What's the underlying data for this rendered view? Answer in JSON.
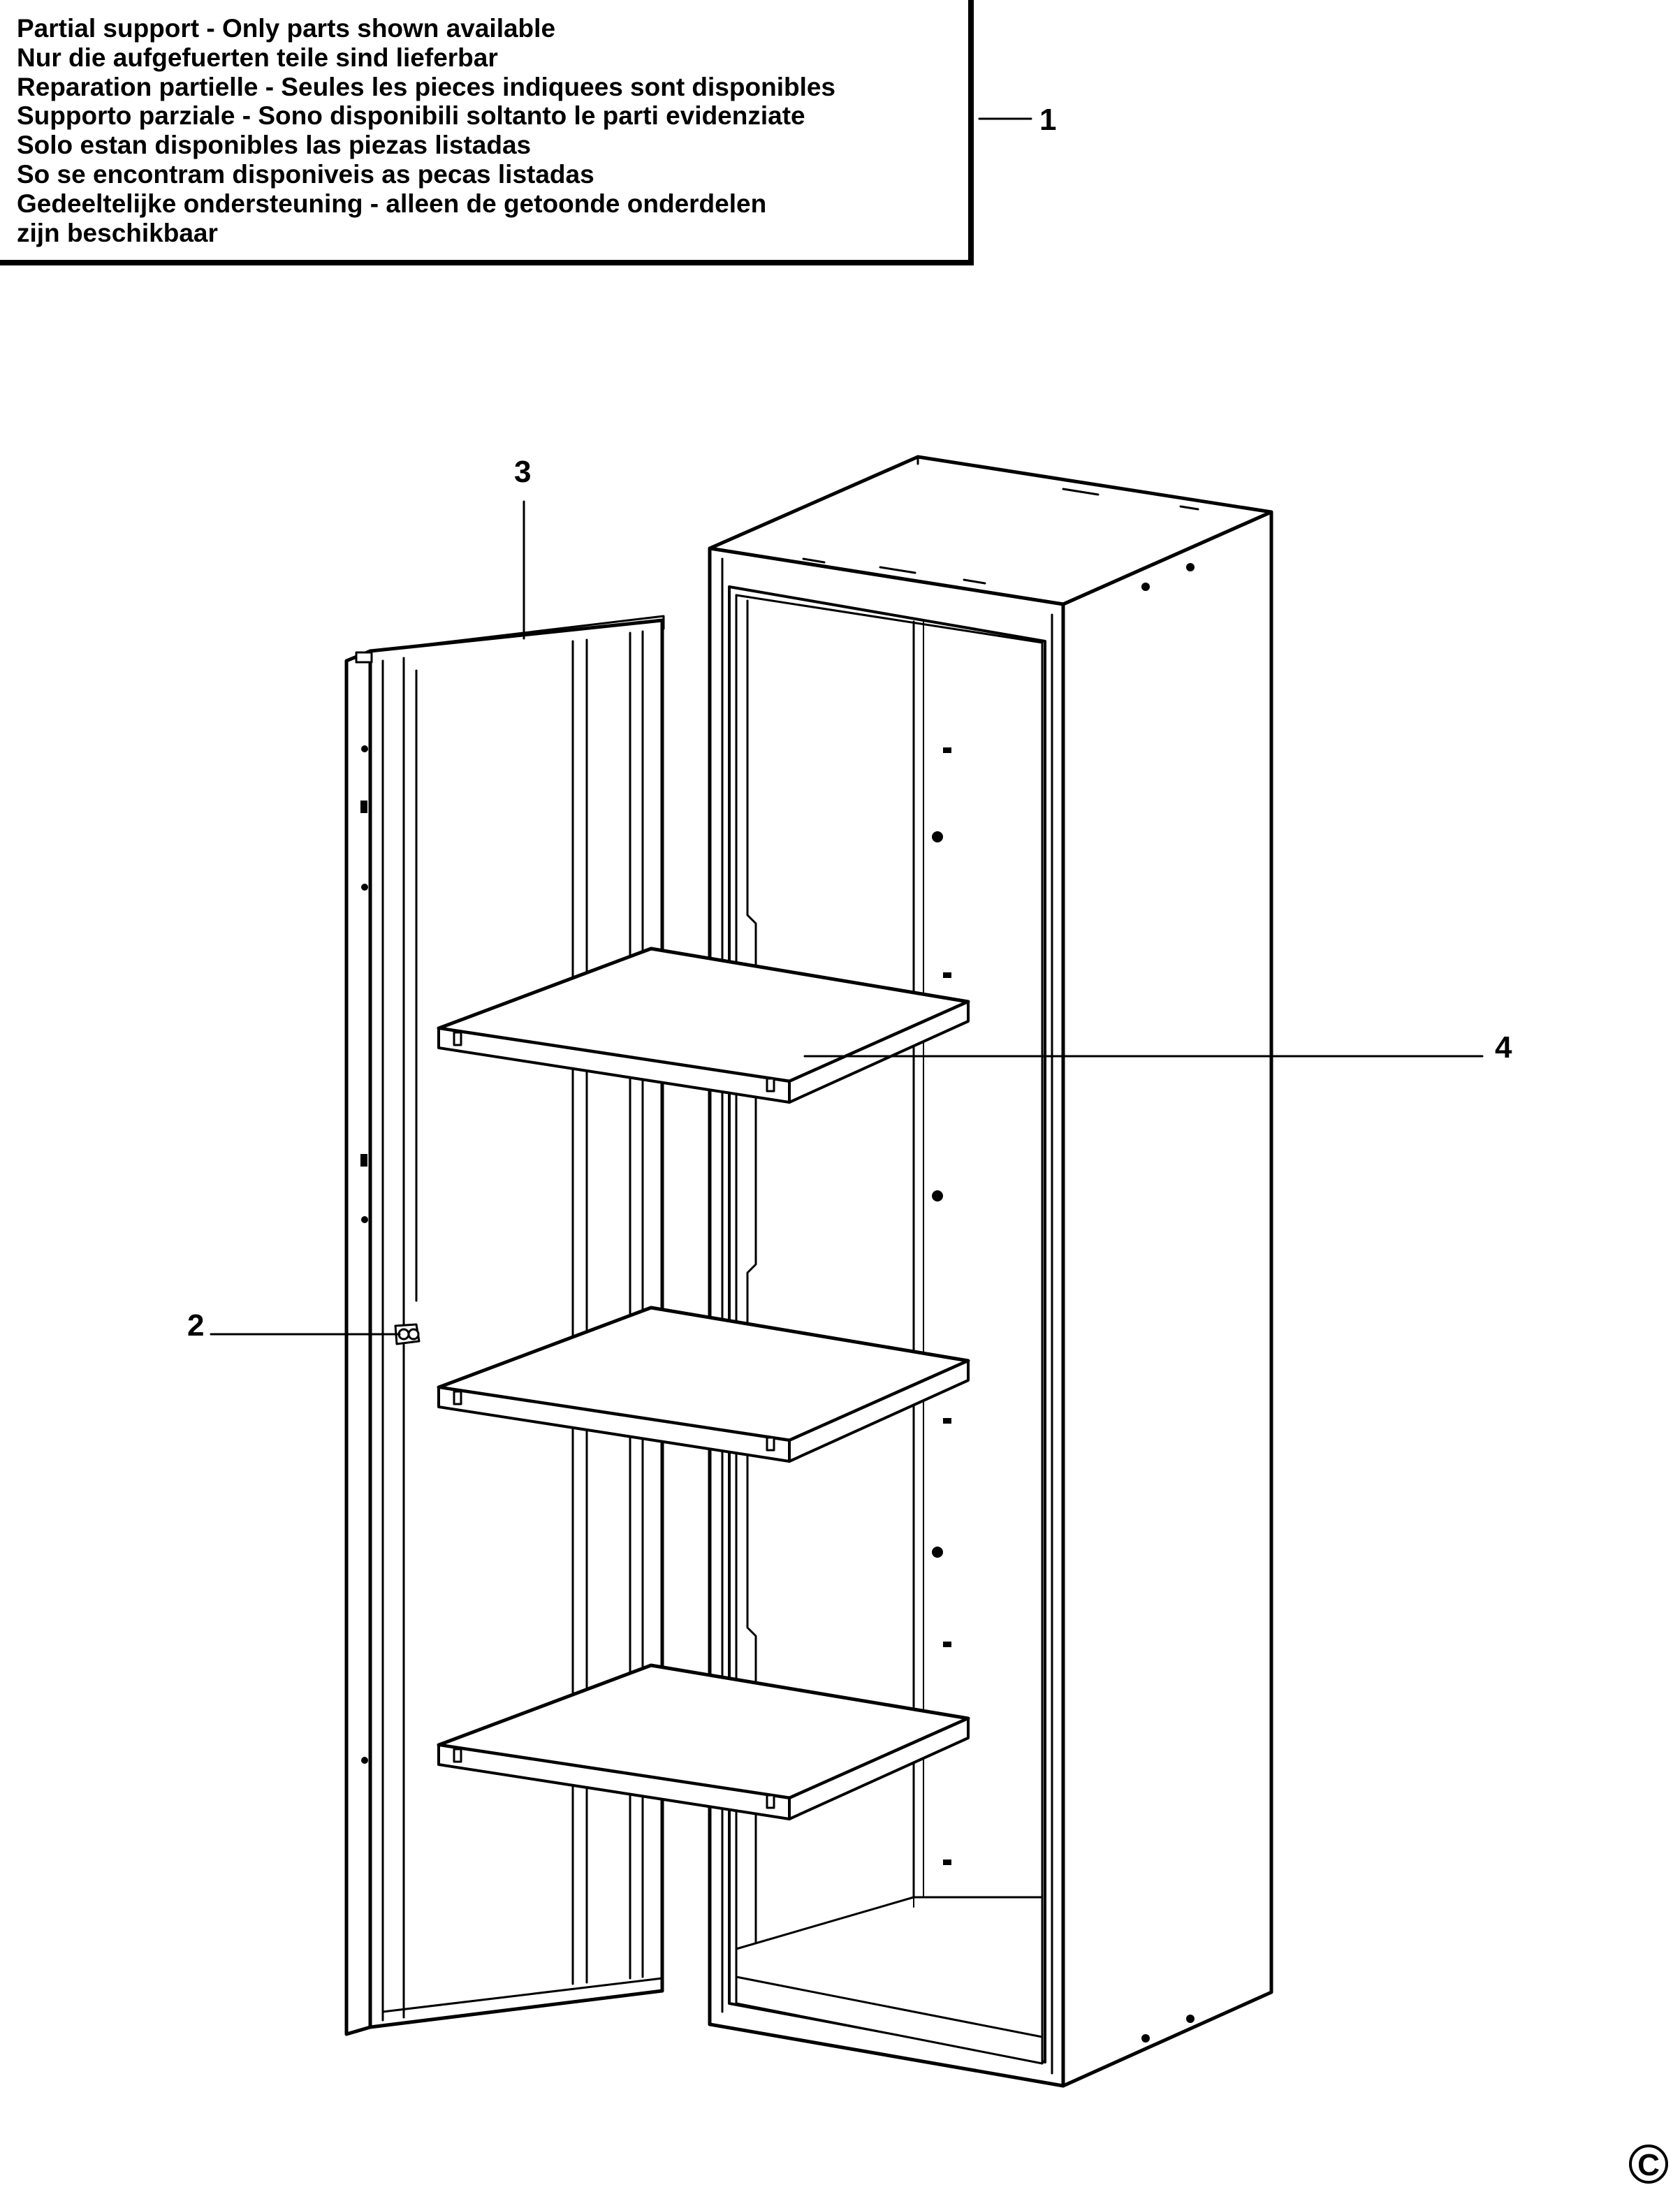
{
  "notice": {
    "lines": [
      "Partial support - Only parts shown available",
      "Nur die aufgefuerten teile sind lieferbar",
      "Reparation partielle - Seules les pieces indiquees sont disponibles",
      "Supporto parziale - Sono disponibili soltanto le parti evidenziate",
      "Solo estan disponibles las piezas listadas",
      "So se encontram disponiveis as pecas listadas",
      "Gedeeltelijke ondersteuning - alleen de getoonde onderdelen",
      "zijn beschikbaar"
    ]
  },
  "callouts": [
    {
      "label": "1",
      "part": "notice"
    },
    {
      "label": "2",
      "part": "hinge"
    },
    {
      "label": "3",
      "part": "door"
    },
    {
      "label": "4",
      "part": "shelf"
    }
  ],
  "copyright_symbol": "C",
  "colors": {
    "line": "#000000",
    "background": "#ffffff"
  }
}
